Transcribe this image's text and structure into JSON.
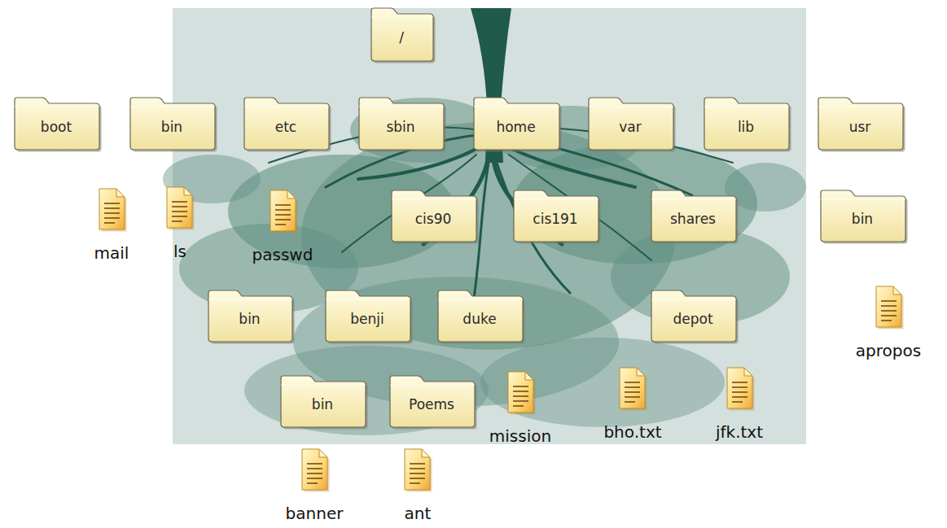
{
  "diagram": {
    "nodes": [
      {
        "text": [
          "/"
        ]
      },
      {
        "text": [
          "boot"
        ]
      },
      {
        "text": [
          "bin"
        ]
      },
      {
        "text": [
          "etc"
        ]
      },
      {
        "text": [
          "sbin"
        ]
      },
      {
        "text": [
          "home"
        ]
      },
      {
        "text": [
          "var"
        ]
      },
      {
        "text": [
          "lib"
        ]
      },
      {
        "text": [
          "usr"
        ]
      },
      {
        "text": [
          "mail"
        ]
      },
      {
        "text": [
          "ls"
        ]
      },
      {
        "text": [
          "passwd"
        ]
      },
      {
        "text": [
          "cis90"
        ]
      },
      {
        "text": [
          "cis191"
        ]
      },
      {
        "text": [
          "shares"
        ]
      },
      {
        "text": [
          "bin"
        ]
      },
      {
        "text": [
          "bin"
        ]
      },
      {
        "text": [
          "benji"
        ]
      },
      {
        "text": [
          "duke"
        ]
      },
      {
        "text": [
          "depot"
        ]
      },
      {
        "text": [
          "apropos"
        ]
      },
      {
        "text": [
          "bin"
        ]
      },
      {
        "text": [
          "Poems"
        ]
      },
      {
        "text": [
          "mission"
        ]
      },
      {
        "text": [
          "bho.txt"
        ]
      },
      {
        "text": [
          "jfk.txt"
        ]
      },
      {
        "text": [
          "banner"
        ]
      },
      {
        "text": [
          "ant"
        ]
      }
    ]
  }
}
